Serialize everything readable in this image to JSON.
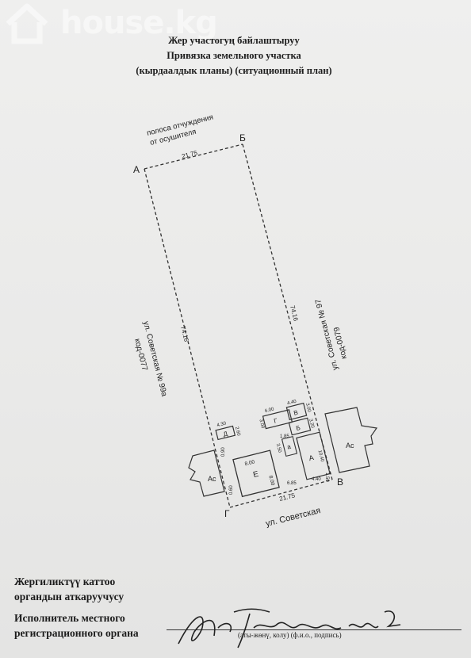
{
  "watermark": {
    "text": "house.kg"
  },
  "header": {
    "line1": "Жер участогуң байлаштыруу",
    "line2": "Привязка земельного участка",
    "line3": "(кырдаалдык планы) (ситуационный план)"
  },
  "plan": {
    "corners": {
      "a": "А",
      "b": "Б",
      "v": "В",
      "g": "Г"
    },
    "strip_label_1": "полоса отчуждения",
    "strip_label_2": "от осушителя",
    "top_length": "21.75",
    "bottom_length": "21.75",
    "left_length": "74.16",
    "right_length": "74.16",
    "left_neighbor_1": "ул. Советская № 99а",
    "left_neighbor_2": "код-0077",
    "right_neighbor_1": "ул. Советская № 97",
    "right_neighbor_2": "код-0079",
    "street": "ул. Советская",
    "buildings": {
      "as_left": "Ас",
      "as_right": "Ас",
      "e": "Е",
      "d": "Д",
      "g": "Г",
      "v": "В",
      "b": "Б",
      "a": "А",
      "a_small": "а"
    },
    "dims": {
      "d_w": "4.30",
      "d_h": "2.60",
      "e_w": "8.00",
      "e_h": "8.00",
      "g_w": "6.00",
      "g_h": "3.00",
      "v_w": "4.40",
      "v_h": "3.00",
      "b_h": "3.20",
      "a_h": "10.40",
      "a_small_h": "3.50",
      "gap_1": "1.85",
      "gap_2": "6.85",
      "gap_3": "4.40",
      "gap_4": "1.50",
      "off_1": "0.90",
      "off_2": "0.60"
    }
  },
  "footer": {
    "kyrgyz_1": "Жергиликтүү каттоо",
    "kyrgyz_2": "органдын аткаруучусу",
    "russian_1": "Исполнитель местного",
    "russian_2": "регистрационного органа",
    "caption": "(аты-жөнү, колу)  (ф.и.о., подпись)"
  }
}
